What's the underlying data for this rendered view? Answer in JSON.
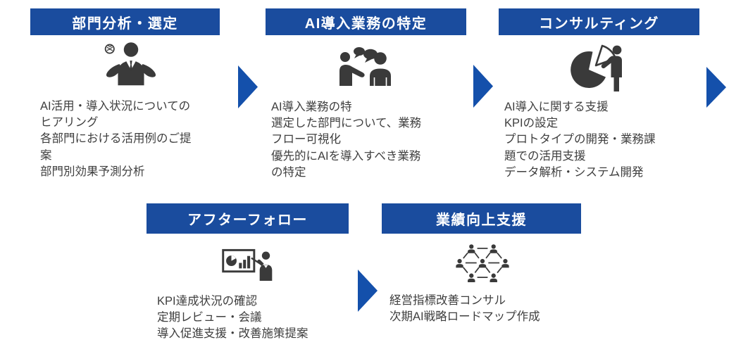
{
  "diagram": {
    "colors": {
      "header_bg": "#1a4c9e",
      "header_text": "#ffffff",
      "arrow": "#1450ab",
      "icon": "#3a3a3a",
      "body_text": "#3f3f3f",
      "background": "#ffffff"
    },
    "steps": [
      {
        "title": "部門分析・選定",
        "icon": "consultant-idea-icon",
        "lines": [
          "AI活用・導入状況についての",
          "ヒアリング",
          "各部門における活用例のご提",
          "案",
          "部門別効果予測分析"
        ]
      },
      {
        "title": "AI導入業務の特定",
        "icon": "discussion-icon",
        "lines": [
          "AI導入業務の特",
          "選定した部門について、業務",
          "フロー可視化",
          "優先的にAIを導入すべき業務",
          "の特定"
        ]
      },
      {
        "title": "コンサルティング",
        "icon": "pie-chart-presenter-icon",
        "lines": [
          "AI導入に関する支援",
          "KPIの設定",
          "プロトタイプの開発・業務課",
          "題での活用支援",
          "データ解析・システム開発"
        ]
      },
      {
        "title": "アフターフォロー",
        "icon": "chart-presentation-icon",
        "lines": [
          "KPI達成状況の確認",
          "定期レビュー・会議",
          "導入促進支援・改善施策提案"
        ]
      },
      {
        "title": "業績向上支援",
        "icon": "people-network-icon",
        "lines": [
          "経営指標改善コンサル",
          "次期AI戦略ロードマップ作成"
        ]
      }
    ]
  }
}
